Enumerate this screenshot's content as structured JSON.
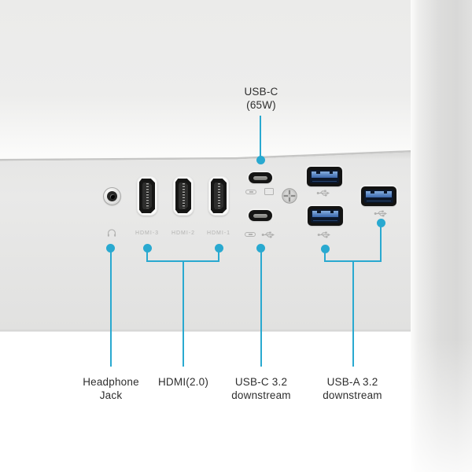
{
  "colors": {
    "accent": "#29a9d0",
    "shell": "#ebebea",
    "panel": "#e7e7e6",
    "usb_port_blue": "#4d7fc4",
    "label_text": "#2e2e2e",
    "panel_print": "#b3b3b2"
  },
  "callouts": {
    "usb_c_power": {
      "line1": "USB-C",
      "line2": "(65W)"
    },
    "headphone_jack": {
      "line1": "Headphone",
      "line2": "Jack"
    },
    "hdmi": {
      "line1": "HDMI(2.0)"
    },
    "usb_c_downstream": {
      "line1": "USB-C 3.2",
      "line2": "downstream"
    },
    "usb_a_downstream": {
      "line1": "USB-A 3.2",
      "line2": "downstream"
    }
  },
  "panel_prints": {
    "hdmi_3": "HDMI-3",
    "hdmi_2": "HDMI-2",
    "hdmi_1": "HDMI-1"
  },
  "icons": {
    "headphone": "headphone-icon",
    "usb": "usb-trident-icon",
    "usb_c": "usb-c-connector-icon",
    "display": "display-icon",
    "screw": "phillips-screw-icon"
  }
}
